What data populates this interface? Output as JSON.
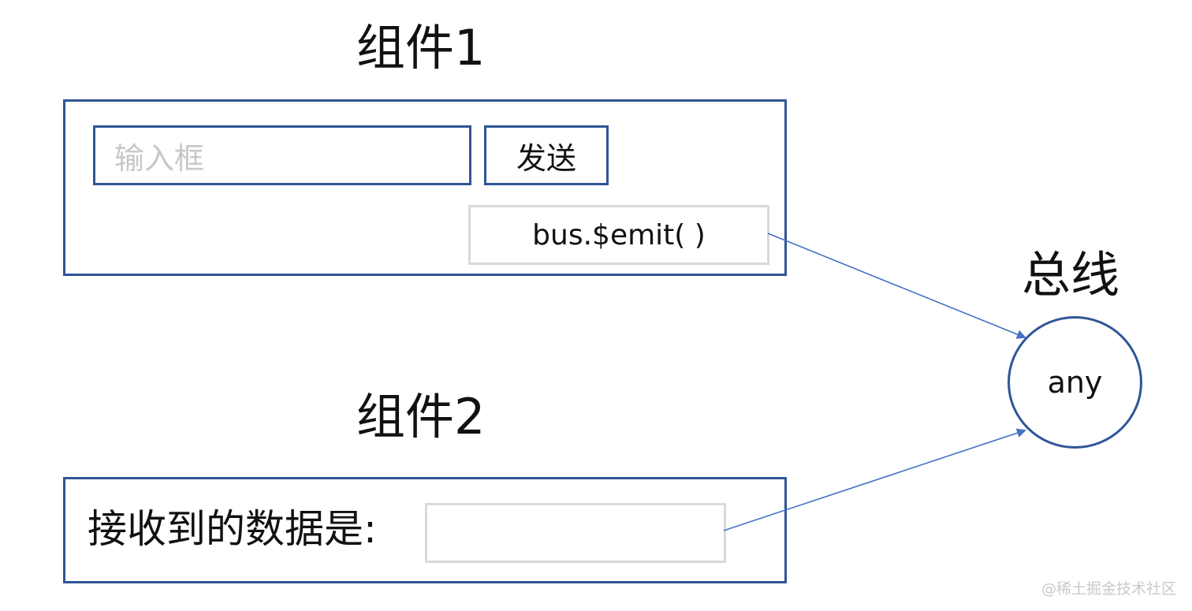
{
  "component1": {
    "title": "组件1",
    "input_placeholder": "输入框",
    "send_label": "发送",
    "emit_label": "bus.$emit( )"
  },
  "component2": {
    "title": "组件2",
    "receive_label": "接收到的数据是:"
  },
  "bus": {
    "title": "总线",
    "value": "any"
  },
  "watermark": "@稀土掘金技术社区",
  "colors": {
    "border": "#2f5597",
    "arrow": "#4472c4",
    "light_border": "#d9d9d9",
    "placeholder": "#c8c8c8"
  }
}
